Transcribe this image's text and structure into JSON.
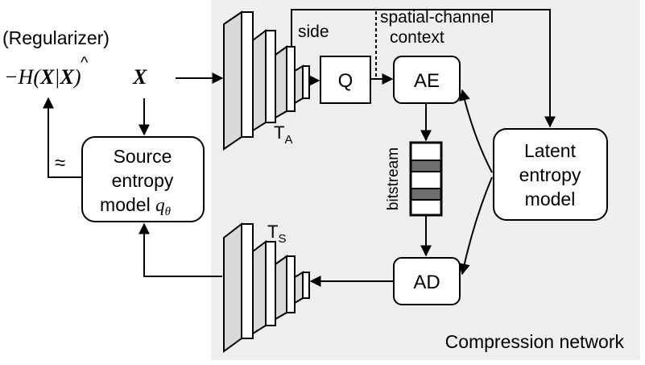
{
  "labels": {
    "regularizer": "(Regularizer)",
    "neg_h": "−H(",
    "x1": "X",
    "bar": "|",
    "xhat": "X",
    "close": ")",
    "x_input": "X",
    "approx": "≈",
    "side": "side",
    "context1": "spatial-channel",
    "context2": "context",
    "bitstream": "bitstream",
    "compression_network": "Compression network"
  },
  "blocks": {
    "q": "Q",
    "ae": "AE",
    "ad": "AD",
    "ta_main": "T",
    "ta_sub": "A",
    "ts_main": "T",
    "ts_sub": "S",
    "source_model": [
      "Source",
      "entropy",
      "model "
    ],
    "source_param": "q",
    "source_param_sub": "θ",
    "latent_model": [
      "Latent",
      "entropy",
      "model"
    ]
  },
  "colors": {
    "background_panel": "#efefef",
    "bitstream_fill": "#6e6e6e",
    "line": "#000000"
  }
}
